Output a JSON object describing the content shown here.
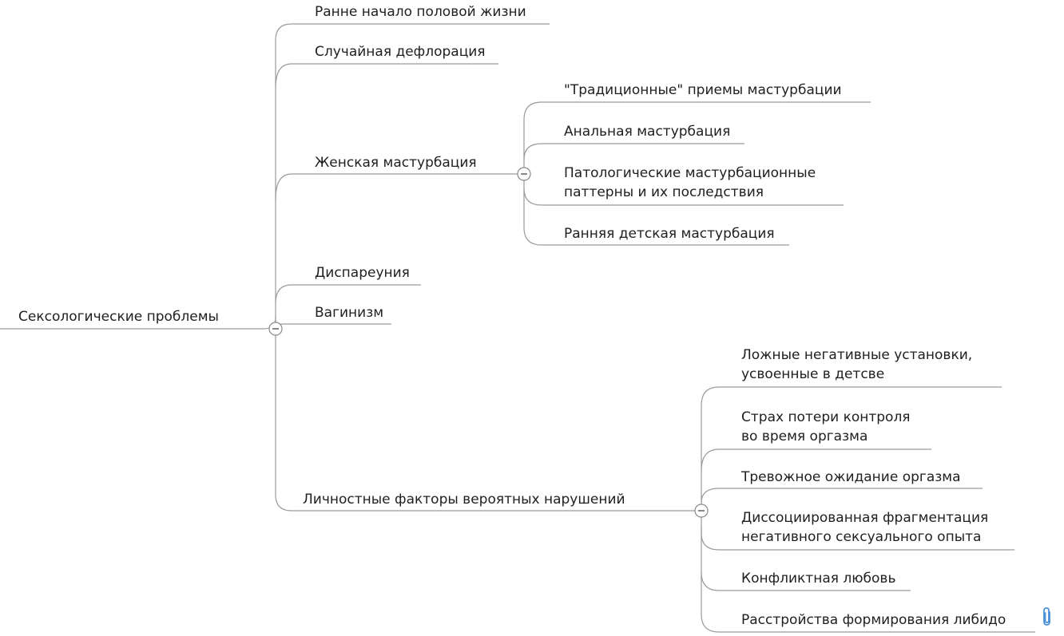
{
  "mindmap": {
    "root": {
      "label": "Сексологические проблемы"
    },
    "branches": [
      {
        "label": "Ранне начало половой жизни"
      },
      {
        "label": "Случайная дефлорация"
      },
      {
        "label": "Женская мастурбация",
        "children": [
          {
            "label": "\"Традиционные\" приемы мастурбации"
          },
          {
            "label": "Анальная мастурбация"
          },
          {
            "line1": "Патологические мастурбационные",
            "line2": "паттерны и их последствия"
          },
          {
            "label": "Ранняя детская мастурбация"
          }
        ]
      },
      {
        "label": "Диспареуния"
      },
      {
        "label": "Вагинизм"
      },
      {
        "label": "Личностные факторы вероятных нарушений",
        "children": [
          {
            "line1": "Ложные негативные установки,",
            "line2": "усвоенные в детсве"
          },
          {
            "line1": "Страх потери контроля",
            "line2": "во время оргазма"
          },
          {
            "label": "Тревожное ожидание оргазма"
          },
          {
            "line1": "Диссоциированная фрагментация",
            "line2": "негативного сексуального опыта"
          },
          {
            "label": "Конфликтная любовь"
          },
          {
            "label": "Расстройства формирования либидо",
            "attachment_icon": "paperclip-icon"
          }
        ]
      }
    ]
  },
  "colors": {
    "connector": "#9a9a9a",
    "text": "#1f1f1f",
    "attachment": "#4a90d9"
  }
}
